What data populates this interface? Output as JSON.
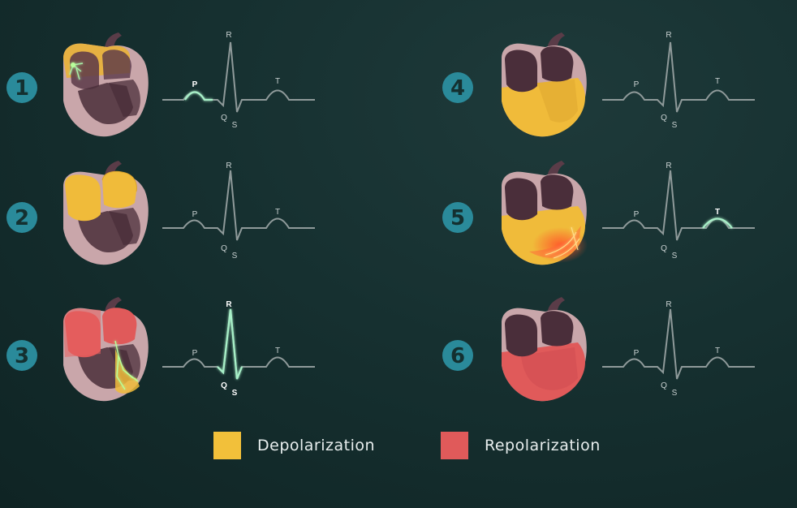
{
  "steps": [
    {
      "number": "1",
      "active_labels": [
        "P"
      ]
    },
    {
      "number": "2",
      "active_labels": []
    },
    {
      "number": "3",
      "active_labels": [
        "Q",
        "R",
        "S"
      ]
    },
    {
      "number": "4",
      "active_labels": []
    },
    {
      "number": "5",
      "active_labels": [
        "T"
      ]
    },
    {
      "number": "6",
      "active_labels": []
    }
  ],
  "ecg_labels": {
    "p": "P",
    "q": "Q",
    "r": "R",
    "s": "S",
    "t": "T"
  },
  "legend": {
    "depolarization": {
      "label": "Depolarization",
      "color": "#f2c03a"
    },
    "repolarization": {
      "label": "Repolarization",
      "color": "#e05a5a"
    }
  },
  "colors": {
    "badge": "#2a8a9a",
    "trace": "#8f9a9a",
    "trace_active": "#a8f0c8",
    "heart_base": "#c9a6aa",
    "chamber": "#4a2e3a",
    "aorta": "#5a3c48"
  }
}
